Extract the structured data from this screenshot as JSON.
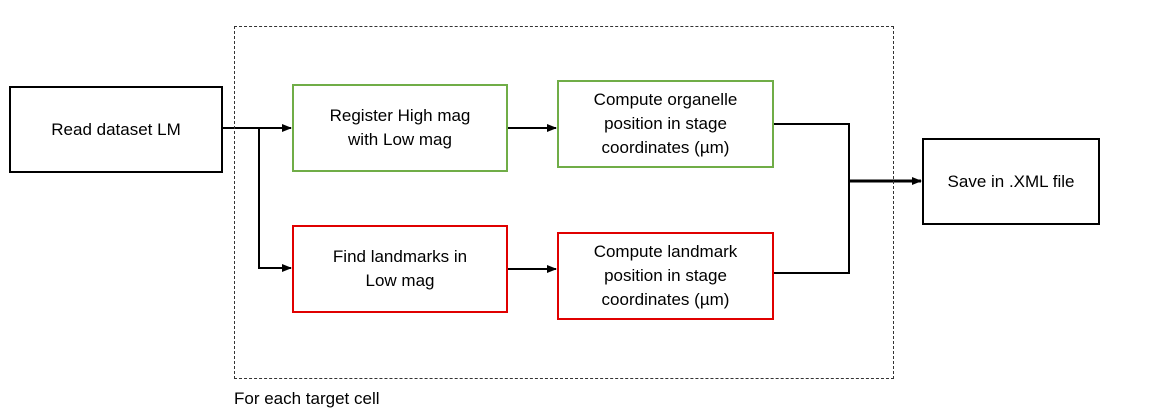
{
  "loop": {
    "caption": "For each target cell"
  },
  "nodes": {
    "read": "Read dataset LM",
    "register": "Register High mag\nwith Low mag",
    "organelle": "Compute  organelle\nposition in stage\ncoordinates (µm)",
    "find": "Find landmarks in\nLow mag",
    "landmark": "Compute  landmark\nposition in stage\ncoordinates (µm)",
    "save": "Save in .XML file"
  },
  "colors": {
    "line": "#000000",
    "frame": "#333333",
    "green_border": "#70ad47",
    "red_border": "#e00000"
  }
}
